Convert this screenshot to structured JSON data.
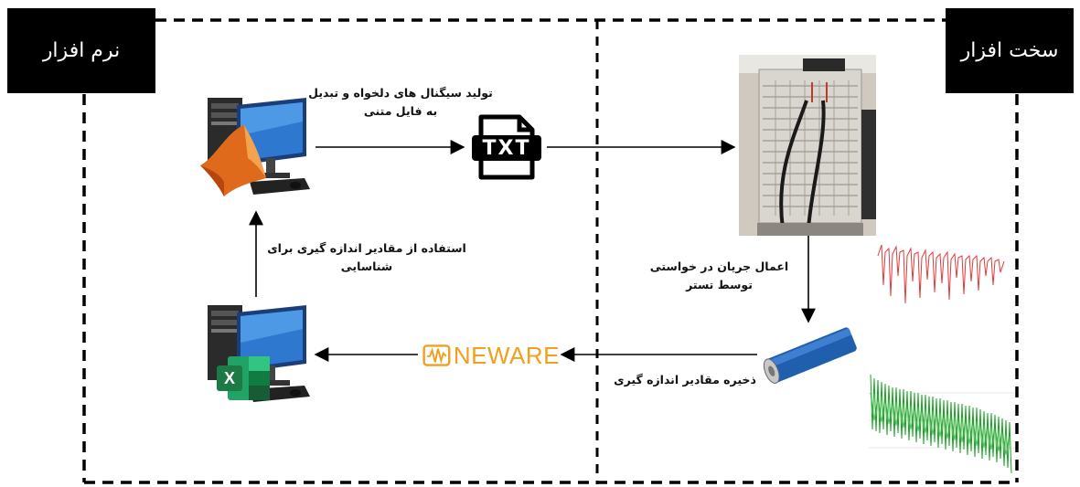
{
  "labels": {
    "software": "نرم افزار",
    "hardware": "سخت افزار"
  },
  "captions": {
    "generate_line1": "تولید سیگنال های دلخواه و تبدیل",
    "generate_line2": "به فایل متنی",
    "apply_line1": "اعمال جریان در خواستی",
    "apply_line2": "توسط تستر",
    "store": "ذخیره مقادیر اندازه گیری",
    "use_line1": "استفاده از مقادیر اندازه گیری برای",
    "use_line2": "شناسایی"
  },
  "icons": {
    "txt_file": "TXT",
    "neware_logo": "NEWARE",
    "excel_letter": "X"
  },
  "colors": {
    "neware_orange": "#f0a020",
    "excel_green": "#1d7a44",
    "matlab_orange": "#e06a1c",
    "battery_blue": "#1f5fae",
    "red_signal": "#e23a3a",
    "green_signal": "#1aa324"
  }
}
